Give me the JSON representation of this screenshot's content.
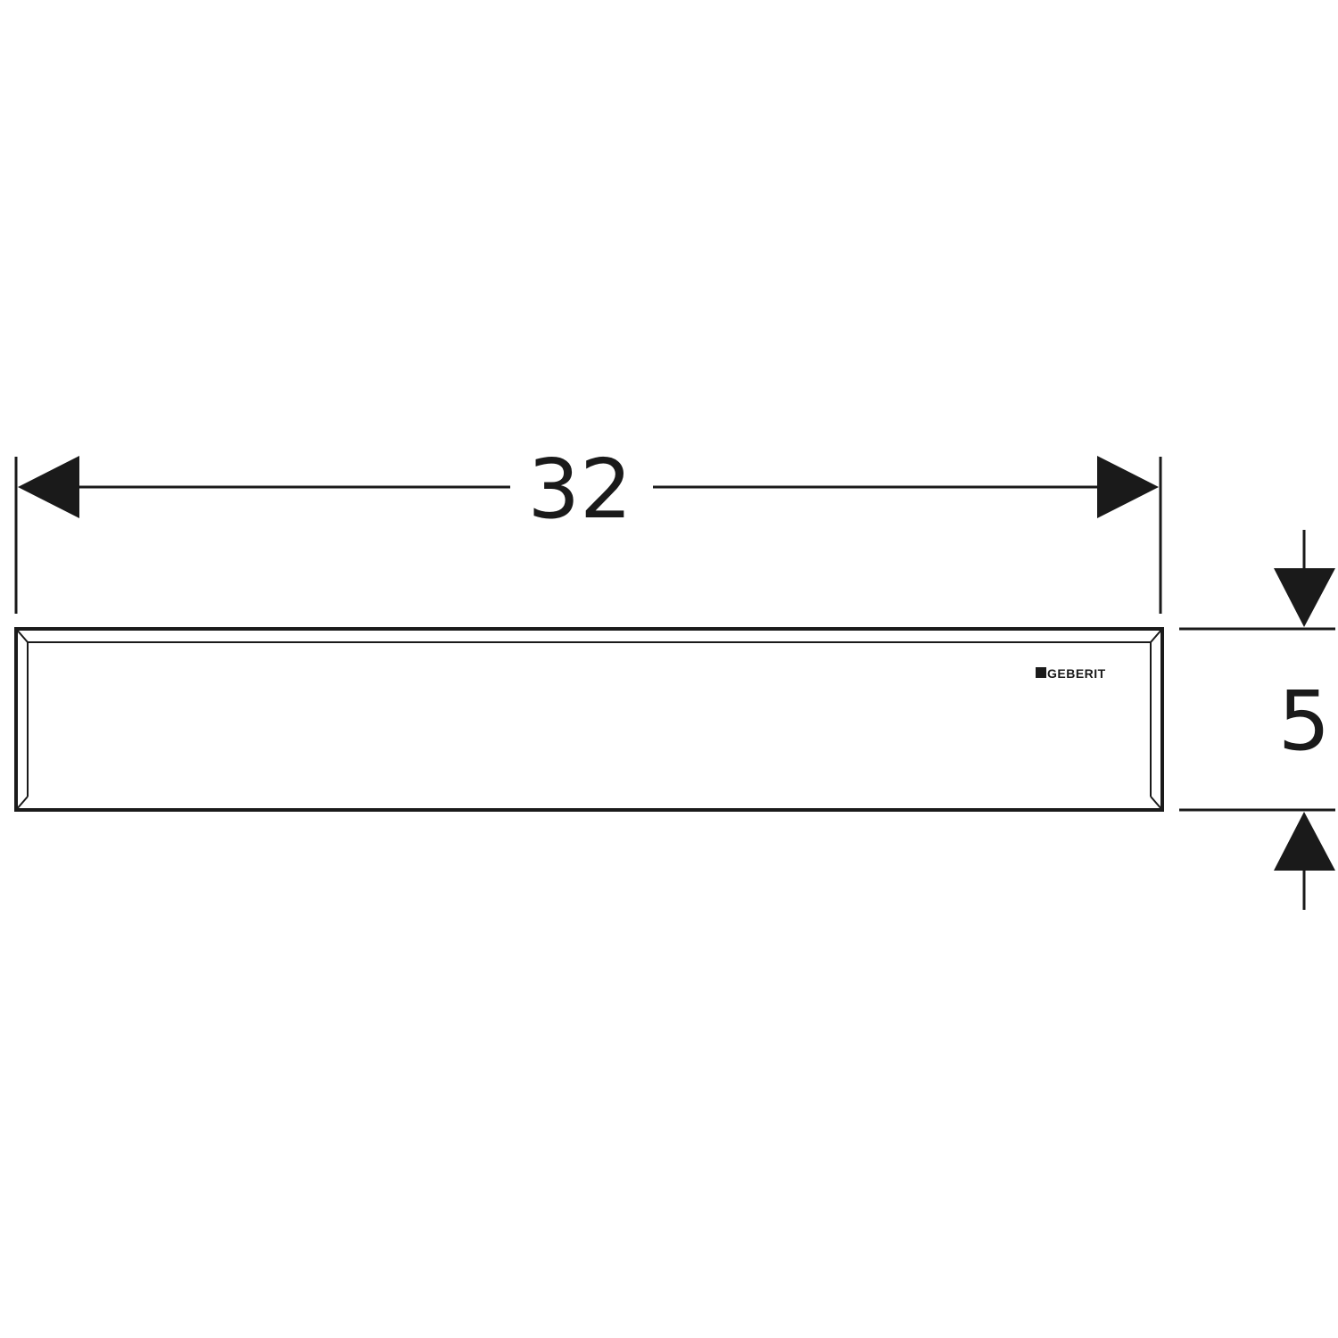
{
  "dimensions": {
    "width_label": "32",
    "height_label": "5"
  },
  "logo": {
    "text": "GEBERIT"
  },
  "colors": {
    "line": "#1a1a1a",
    "background": "#ffffff"
  }
}
